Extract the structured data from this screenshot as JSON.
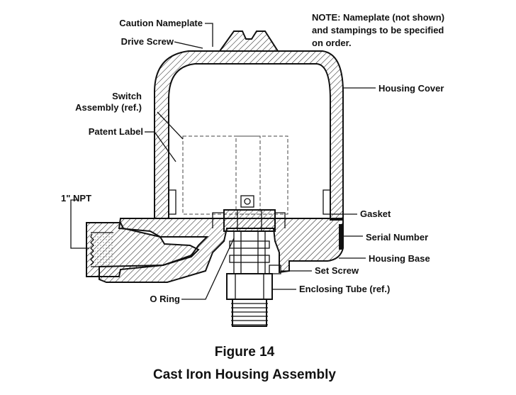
{
  "labels": {
    "caution_nameplate": "Caution Nameplate",
    "drive_screw": "Drive Screw",
    "switch_assembly_1": "Switch",
    "switch_assembly_2": "Assembly (ref.)",
    "patent_label": "Patent Label",
    "npt": "1\" NPT",
    "o_ring": "O  Ring",
    "housing_cover": "Housing Cover",
    "gasket": "Gasket",
    "serial_number": "Serial Number",
    "housing_base": "Housing Base",
    "set_screw": "Set Screw",
    "enclosing_tube": "Enclosing Tube (ref.)"
  },
  "note": {
    "line1": "NOTE: Nameplate (not shown)",
    "line2": "and stampings to be specified",
    "line3": "on order."
  },
  "caption": {
    "figure": "Figure 14",
    "title": "Cast Iron Housing Assembly"
  }
}
